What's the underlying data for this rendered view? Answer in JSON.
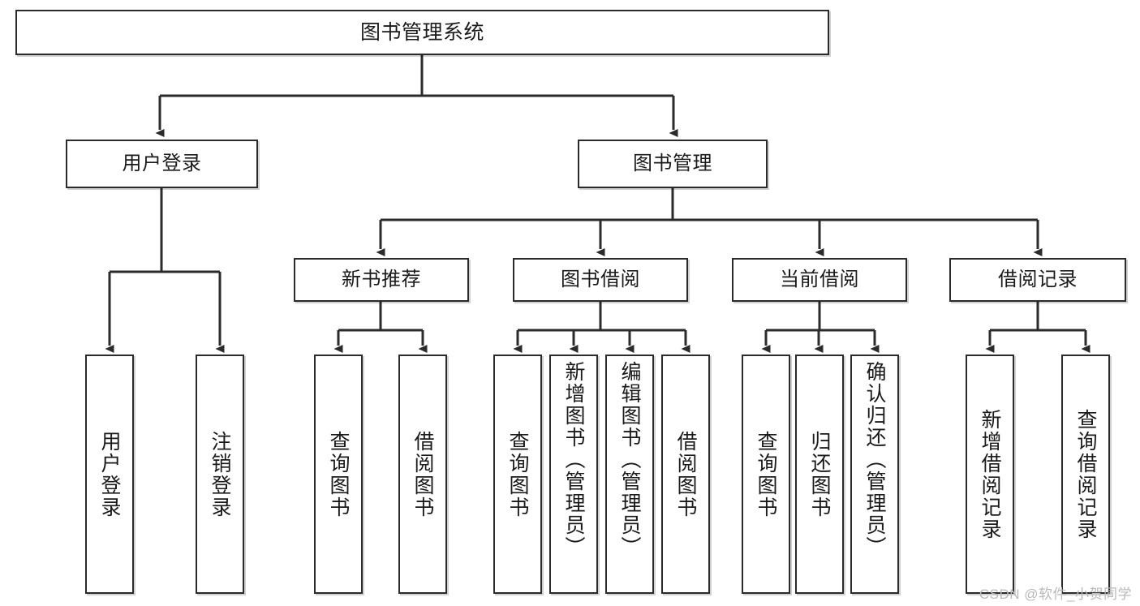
{
  "diagram": {
    "type": "tree-hierarchy-chart",
    "title": "图书管理系统",
    "stroke_color": "#2b2b2b",
    "fill_color": "#ffffff",
    "background": "#ffffff",
    "watermark": "CSDN @软件_小贺同学",
    "levels": {
      "root": {
        "label": "图书管理系统"
      },
      "level2": [
        {
          "id": "user-login",
          "label": "用户登录"
        },
        {
          "id": "book-manage",
          "label": "图书管理"
        }
      ],
      "level3": [
        {
          "id": "new-book-recommend",
          "label": "新书推荐"
        },
        {
          "id": "book-borrow",
          "label": "图书借阅"
        },
        {
          "id": "current-borrow",
          "label": "当前借阅"
        },
        {
          "id": "borrow-record",
          "label": "借阅记录"
        }
      ],
      "leaves": {
        "user-login": [
          {
            "id": "leaf-user-login",
            "label": "用户登录"
          },
          {
            "id": "leaf-logout-login",
            "label": "注销登录"
          }
        ],
        "new-book-recommend": [
          {
            "id": "leaf-query-book-1",
            "label": "查询图书"
          },
          {
            "id": "leaf-borrow-book-1",
            "label": "借阅图书"
          }
        ],
        "book-borrow": [
          {
            "id": "leaf-query-book-2",
            "label": "查询图书"
          },
          {
            "id": "leaf-add-book-admin",
            "label": "新增图书（管理员）"
          },
          {
            "id": "leaf-edit-book-admin",
            "label": "编辑图书（管理员）"
          },
          {
            "id": "leaf-borrow-book-2",
            "label": "借阅图书"
          }
        ],
        "current-borrow": [
          {
            "id": "leaf-query-book-3",
            "label": "查询图书"
          },
          {
            "id": "leaf-return-book",
            "label": "归还图书"
          },
          {
            "id": "leaf-confirm-return-admin",
            "label": "确认归还（管理员）"
          }
        ],
        "borrow-record": [
          {
            "id": "leaf-add-borrow-record",
            "label": "新增借阅记录"
          },
          {
            "id": "leaf-query-borrow-record",
            "label": "查询借阅记录"
          }
        ]
      }
    }
  }
}
